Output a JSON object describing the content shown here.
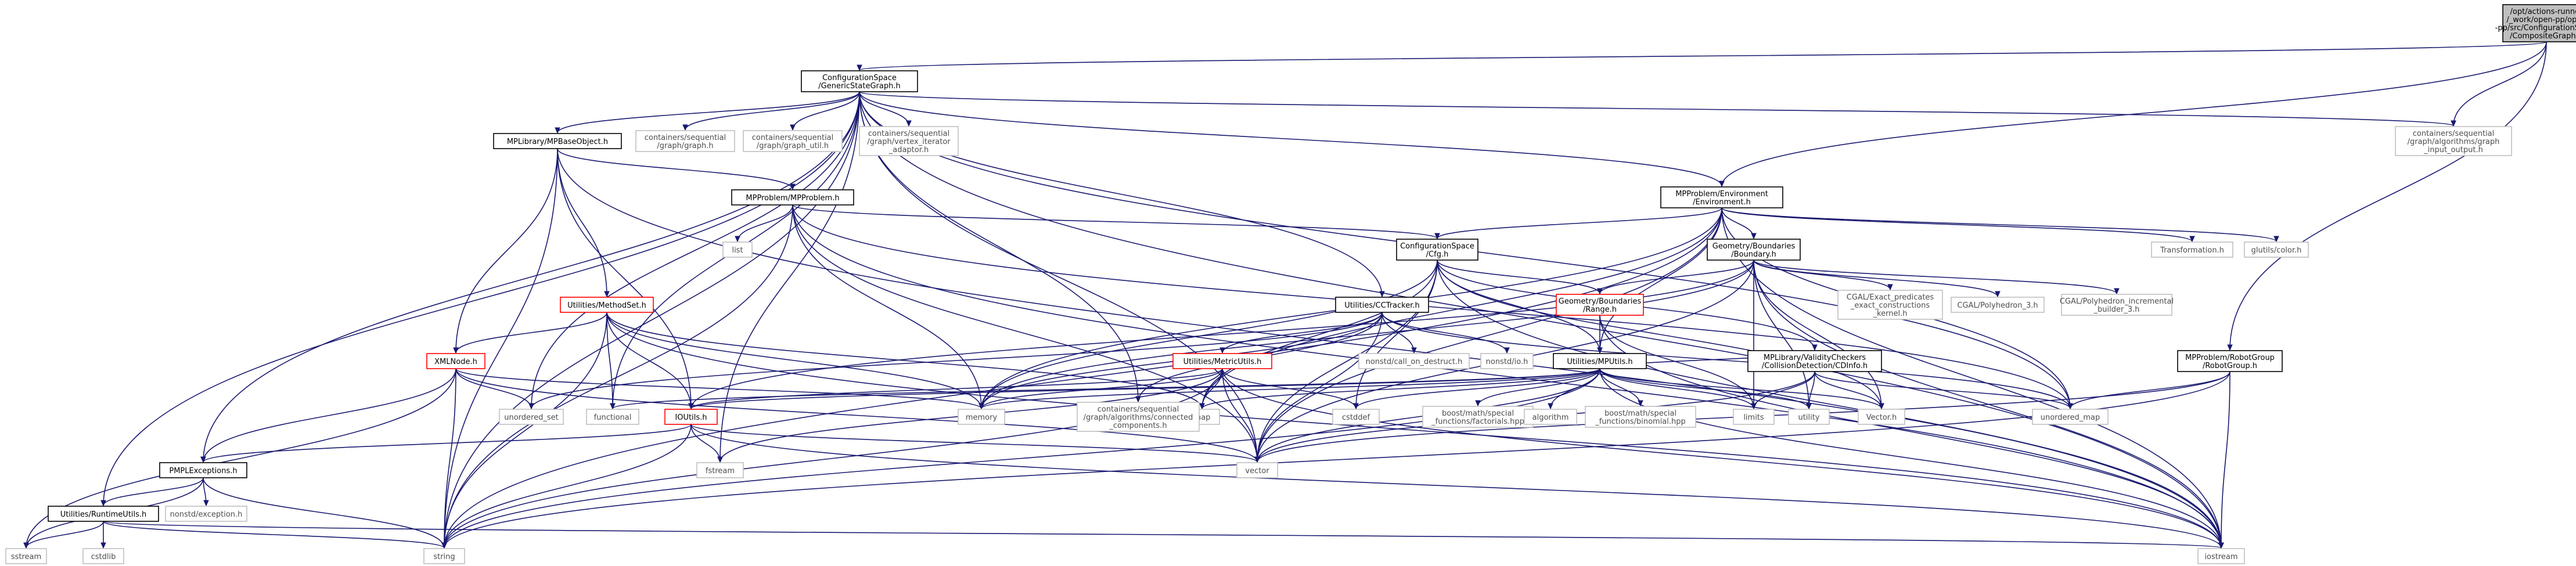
{
  "colors": {
    "edge": "#191970",
    "root_fill": "#bfbfbf",
    "linked_border": "#000000",
    "cyclic_border": "#ff0000",
    "system_border": "#bfbfbf"
  },
  "nodes": {
    "composite_graph": [
      "/opt/actions-runner",
      "/_work/open-pp/open",
      "-pp/src/ConfigurationSpace",
      "/CompositeGraph.h"
    ],
    "generic_state_graph": [
      "ConfigurationSpace",
      "/GenericStateGraph.h"
    ],
    "mp_base_object": [
      "MPLibrary/MPBaseObject.h"
    ],
    "cont_graph": [
      "containers/sequential",
      "/graph/graph.h"
    ],
    "cont_graph_util": [
      "containers/sequential",
      "/graph/graph_util.h"
    ],
    "cont_vertex_iter": [
      "containers/sequential",
      "/graph/vertex_iterator",
      "_adaptor.h"
    ],
    "cont_graph_input": [
      "containers/sequential",
      "/graph/algorithms/graph",
      "_input_output.h"
    ],
    "mp_problem": [
      "MPProblem/MPProblem.h"
    ],
    "environment": [
      "MPProblem/Environment",
      "/Environment.h"
    ],
    "list": [
      "list"
    ],
    "cfg": [
      "ConfigurationSpace",
      "/Cfg.h"
    ],
    "boundary": [
      "Geometry/Boundaries",
      "/Boundary.h"
    ],
    "transformation": [
      "Transformation.h"
    ],
    "glutils_color": [
      "glutils/color.h"
    ],
    "method_set": [
      "Utilities/MethodSet.h"
    ],
    "cc_tracker": [
      "Utilities/CCTracker.h"
    ],
    "range": [
      "Geometry/Boundaries",
      "/Range.h"
    ],
    "cgal_exact": [
      "CGAL/Exact_predicates",
      "_exact_constructions",
      "_kernel.h"
    ],
    "cgal_poly": [
      "CGAL/Polyhedron_3.h"
    ],
    "cgal_poly_inc": [
      "CGAL/Polyhedron_incremental",
      "_builder_3.h"
    ],
    "xml_node": [
      "XMLNode.h"
    ],
    "metric_utils": [
      "Utilities/MetricUtils.h"
    ],
    "nonstd_call": [
      "nonstd/call_on_destruct.h"
    ],
    "nonstd_io": [
      "nonstd/io.h"
    ],
    "mp_utils": [
      "Utilities/MPUtils.h"
    ],
    "validity_checkers": [
      "MPLibrary/ValidityCheckers",
      "/CollisionDetection/CDInfo.h"
    ],
    "robot_group": [
      "MPProblem/RobotGroup",
      "/RobotGroup.h"
    ],
    "unordered_set": [
      "unordered_set"
    ],
    "functional": [
      "functional"
    ],
    "memory": [
      "memory"
    ],
    "map": [
      "map"
    ],
    "cont_connected": [
      "containers/sequential",
      "/graph/algorithms/connected",
      "_components.h"
    ],
    "cstddef": [
      "cstddef"
    ],
    "boost_factorials": [
      "boost/math/special",
      "_functions/factorials.hpp"
    ],
    "algorithm": [
      "algorithm"
    ],
    "boost_binomial": [
      "boost/math/special",
      "_functions/binomial.hpp"
    ],
    "limits": [
      "limits"
    ],
    "utility": [
      "utility"
    ],
    "vector_h": [
      "Vector.h"
    ],
    "unordered_map": [
      "unordered_map"
    ],
    "io_utils": [
      "IOUtils.h"
    ],
    "fstream": [
      "fstream"
    ],
    "vector": [
      "vector"
    ],
    "pmpl_exceptions": [
      "PMPLExceptions.h"
    ],
    "nonstd_exception": [
      "nonstd/exception.h"
    ],
    "runtime_utils": [
      "Utilities/RuntimeUtils.h"
    ],
    "sstream": [
      "sstream"
    ],
    "cstdlib": [
      "cstdlib"
    ],
    "string": [
      "string"
    ],
    "iostream": [
      "iostream"
    ]
  }
}
